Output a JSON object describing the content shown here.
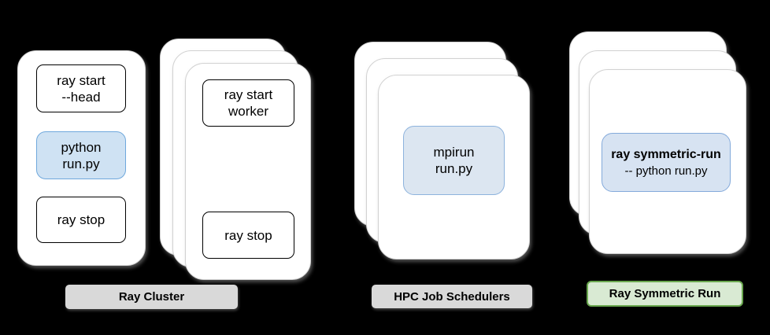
{
  "head_node": {
    "start": {
      "l1": "ray start",
      "l2": "--head"
    },
    "run": {
      "l1": "python",
      "l2": "run.py"
    },
    "stop": {
      "l1": "ray stop"
    }
  },
  "worker_node": {
    "start": {
      "l1": "ray start",
      "l2": "worker"
    },
    "stop": {
      "l1": "ray stop"
    }
  },
  "hpc": {
    "run": {
      "l1": "mpirun",
      "l2": "run.py"
    }
  },
  "symmetric": {
    "run": {
      "l1": "ray symmetric-run",
      "l2": "-- python run.py"
    }
  },
  "badges": {
    "ray_cluster": "Ray Cluster",
    "hpc_job_schedulers": "HPC Job Schedulers",
    "ray_symmetric_run": "Ray Symmetric Run"
  },
  "colors": {
    "background": "#000000",
    "card_fill": "#ffffff",
    "card_border": "#d2d2d2",
    "highlight_head_fill": "#cfe2f3",
    "highlight_head_border": "#6fa8dc",
    "highlight_hpc_fill": "#dce6f1",
    "highlight_hpc_border": "#8db3dd",
    "highlight_sym_fill": "#d7e3f2",
    "highlight_sym_border": "#84aadb",
    "badge_gray_fill": "#d9d9d9",
    "badge_green_fill": "#d9ead3",
    "badge_green_border": "#6aa84f",
    "text": "#000000"
  }
}
